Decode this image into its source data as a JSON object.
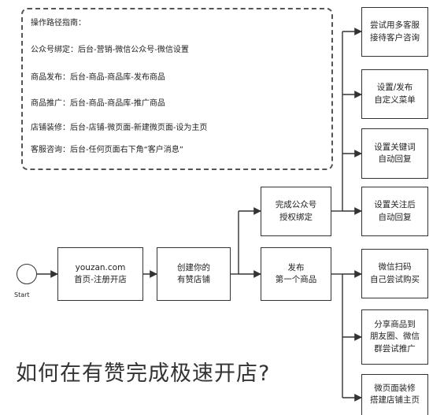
{
  "guide": {
    "title": "操作路径指南：",
    "lines": [
      "公众号绑定：后台-营销-微信公众号-微信设置",
      "商品发布：后台-商品-商品库-发布商品",
      "商品推广：后台-商品-商品库-推广商品",
      "店铺装修：后台-店铺-微页面-新建微页面-设为主页",
      "客服咨询：后台-任何页面右下角“客户消息”"
    ]
  },
  "start": {
    "label": "Start"
  },
  "steps": {
    "register": [
      "youzan.com",
      "首页-注册开店"
    ],
    "create_store": [
      "创建你的",
      "有赞店铺"
    ],
    "bind_account": [
      "完成公众号",
      "授权绑定"
    ],
    "publish_first": [
      "发布",
      "第一个商品"
    ]
  },
  "outcomes": {
    "multi_service": [
      "尝试用多客服",
      "接待客户咨询"
    ],
    "custom_menu": [
      "设置/发布",
      "自定义菜单"
    ],
    "keyword_reply": [
      "设置关键词",
      "自动回复"
    ],
    "follow_reply": [
      "设置关注后",
      "自动回复"
    ],
    "wechat_scan": [
      "微信扫码",
      "自己尝试购买"
    ],
    "share_product": [
      "分享商品到",
      "朋友圈、微信",
      "群尝试推广"
    ],
    "decorate_page": [
      "微页面装修",
      "搭建店铺主页"
    ]
  },
  "title": "如何在有赞完成极速开店?"
}
